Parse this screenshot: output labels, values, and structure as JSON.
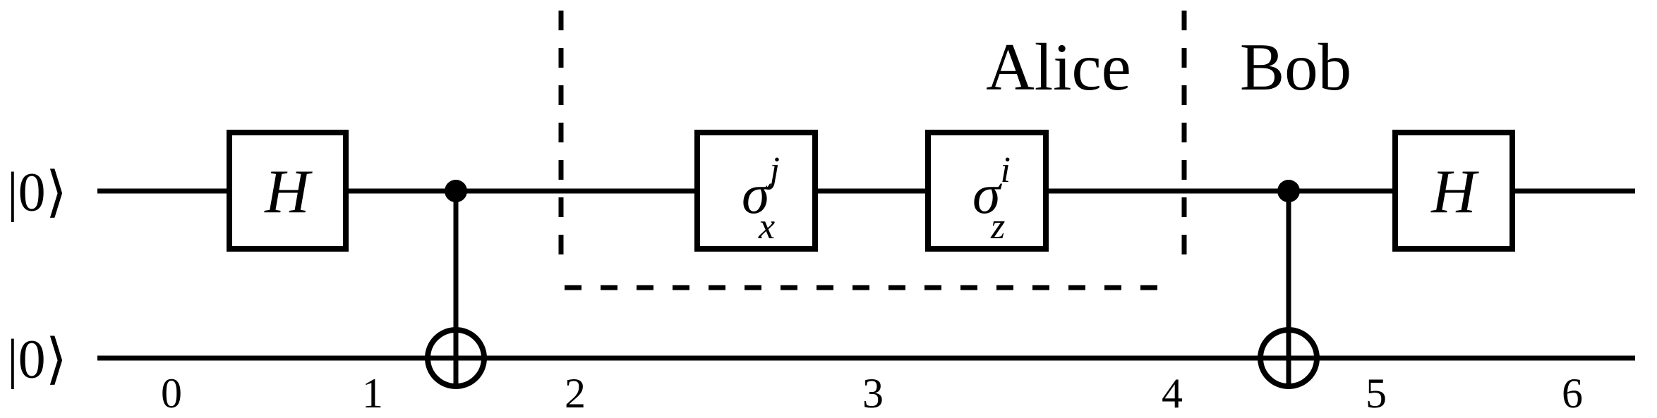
{
  "diagram_type": "quantum-circuit",
  "colors": {
    "ink": "#000000",
    "background": "#ffffff"
  },
  "qubits": [
    {
      "id": 0,
      "initial_state": "|0⟩"
    },
    {
      "id": 1,
      "initial_state": "|0⟩"
    }
  ],
  "regions": [
    {
      "name": "alice",
      "label": "Alice",
      "boundary_style": "dashed"
    },
    {
      "name": "bob",
      "label": "Bob"
    }
  ],
  "gates": {
    "h1": {
      "label": "H",
      "qubit": 0,
      "position": "between time 0 and 1"
    },
    "cnot1": {
      "type": "cnot",
      "control_qubit": 0,
      "target_qubit": 1,
      "position": "between time 1 and 2"
    },
    "sigma_x": {
      "base": "σ",
      "sup": "j",
      "sub": "x",
      "qubit": 0,
      "region": "alice",
      "position": "between time 2 and 3"
    },
    "sigma_z": {
      "base": "σ",
      "sup": "i",
      "sub": "z",
      "qubit": 0,
      "region": "alice",
      "position": "between time 3 and 4"
    },
    "cnot2": {
      "type": "cnot",
      "control_qubit": 0,
      "target_qubit": 1,
      "position": "between time 4 and 5"
    },
    "h2": {
      "label": "H",
      "qubit": 0,
      "position": "between time 5 and 6"
    }
  },
  "time_labels": [
    "0",
    "1",
    "2",
    "3",
    "4",
    "5",
    "6"
  ]
}
